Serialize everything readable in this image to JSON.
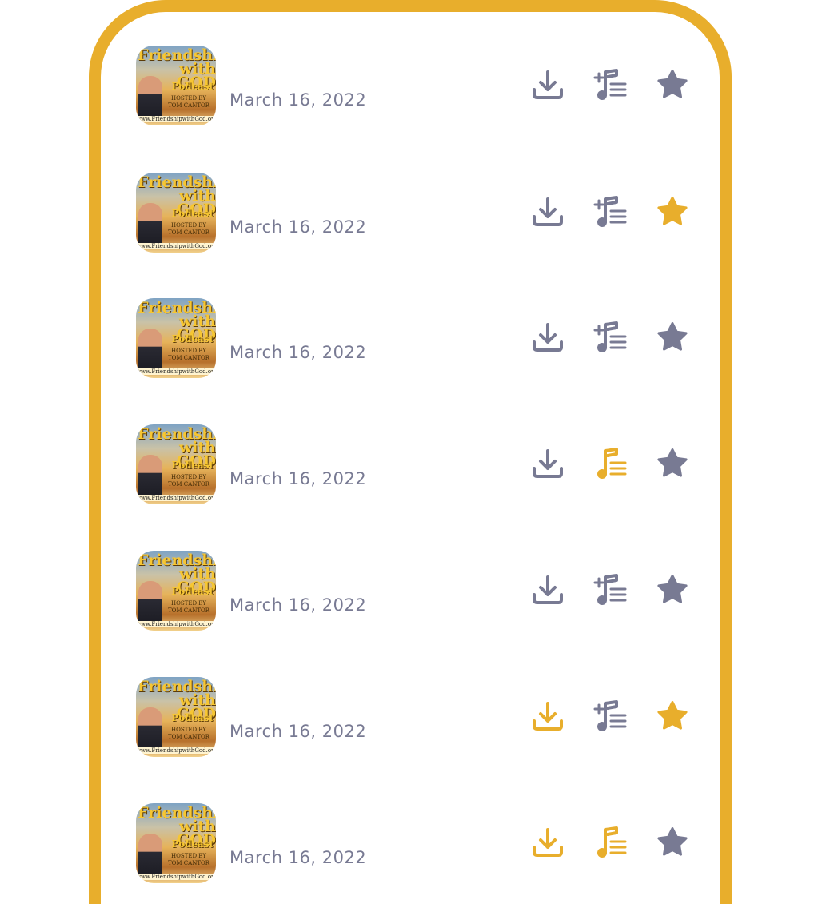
{
  "colors": {
    "accent": "#e8ae2c",
    "icon_inactive": "#787a93",
    "text": "#787a93"
  },
  "cover_art": {
    "title_line1": "Friendship",
    "title_line2": "with GOD",
    "subtitle": "Podcast",
    "hosted_by": "HOSTED BY",
    "host": "TOM CANTOR",
    "url": "www.FriendshipwithGod.org"
  },
  "episodes": [
    {
      "date": "March 16, 2022",
      "downloaded": false,
      "in_playlist": false,
      "favorite": false
    },
    {
      "date": "March 16, 2022",
      "downloaded": false,
      "in_playlist": false,
      "favorite": true
    },
    {
      "date": "March 16, 2022",
      "downloaded": false,
      "in_playlist": false,
      "favorite": false
    },
    {
      "date": "March 16, 2022",
      "downloaded": false,
      "in_playlist": true,
      "favorite": false
    },
    {
      "date": "March 16, 2022",
      "downloaded": false,
      "in_playlist": false,
      "favorite": false
    },
    {
      "date": "March 16, 2022",
      "downloaded": true,
      "in_playlist": false,
      "favorite": true
    },
    {
      "date": "March 16, 2022",
      "downloaded": true,
      "in_playlist": true,
      "favorite": false
    }
  ],
  "icons": [
    "download-icon",
    "add-to-playlist-icon",
    "playlist-added-icon",
    "star-icon"
  ]
}
